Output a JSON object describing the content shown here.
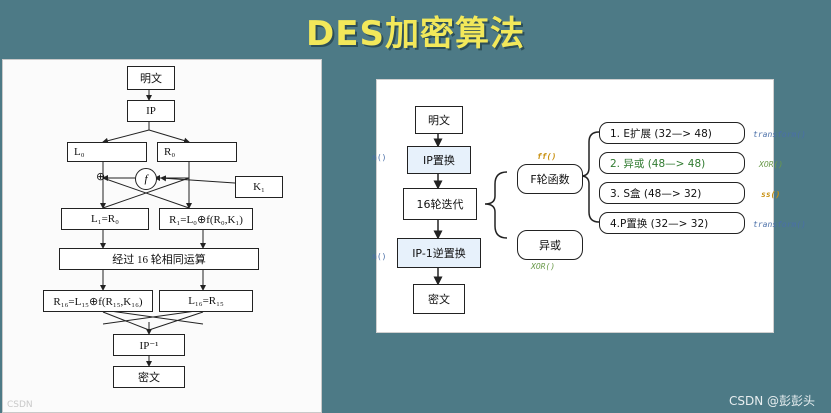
{
  "title": "DES加密算法",
  "left_flow": {
    "plaintext": "明文",
    "ip": "IP",
    "l0": "L₀",
    "r0": "R₀",
    "f": "f",
    "xor": "⊕",
    "k1": "K₁",
    "l1": "L₁=R₀",
    "r1": "R₁=L₀⊕f(R₀,K₁)",
    "rounds": "经过 16 轮相同运算",
    "r16": "R₁₆=L₁₅⊕f(R₁₅,K₁₆)",
    "l16": "L₁₆=R₁₅",
    "ip_inv": "IP⁻¹",
    "ciphertext": "密文",
    "watermark": "CSDN"
  },
  "right_flow": {
    "plaintext": "明文",
    "ip_replace": "IP置换",
    "rounds16": "16轮迭代",
    "ip_inv_replace": "IP-1逆置换",
    "ciphertext": "密文",
    "f_func": "F轮函数",
    "xor": "异或",
    "ff_code": "ff()",
    "xor_code": "XOR()",
    "left_marker_1": "n()",
    "left_marker_2": "n()",
    "f_steps": [
      {
        "label": "1. E扩展 (32—> 48)",
        "code": "transform()"
      },
      {
        "label": "2. 异或 (48—> 48)",
        "code": "XOR()"
      },
      {
        "label": "3. S盒 (48—> 32)",
        "code": "ss()"
      },
      {
        "label": "4.P置换 (32—> 32)",
        "code": "transform()"
      }
    ]
  },
  "watermark": "CSDN @彭彭头"
}
